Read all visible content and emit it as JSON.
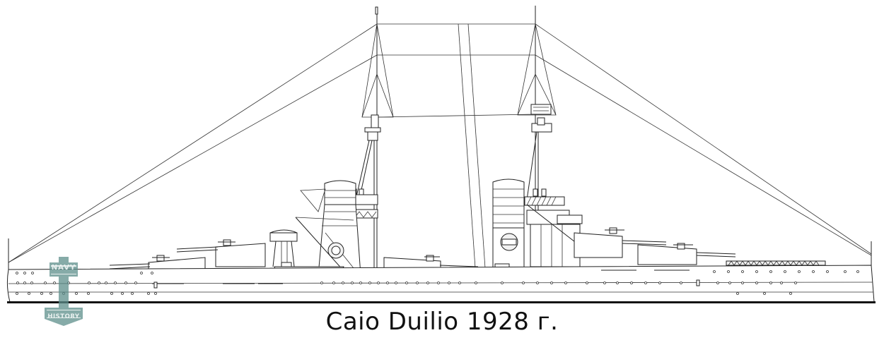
{
  "caption": "Caio Duilio 1928 г.",
  "watermark": {
    "top_text": "NAVY",
    "bottom_text": "HISTORY",
    "color": "#5e8f8c"
  },
  "drawing": {
    "subject": "battleship side profile",
    "line_color": "#222222",
    "background": "#ffffff",
    "components": [
      "fore-mast",
      "main-mast",
      "fore-funnel",
      "aft-funnel",
      "main-turrets",
      "secondary-guns",
      "boats",
      "cranes",
      "rigging",
      "hull"
    ]
  }
}
